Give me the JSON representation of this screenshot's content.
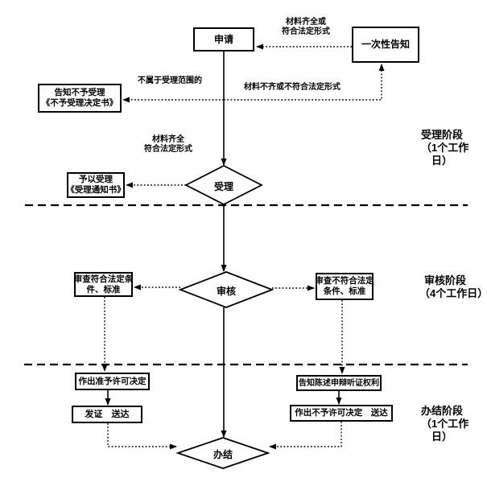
{
  "canvas": {
    "background": "#ffffff",
    "line_color": "#000000"
  },
  "nodes": {
    "apply": {
      "label": "申请"
    },
    "one_time_notice": {
      "label": "一次性告知"
    },
    "notice_rejection": {
      "lines": [
        "告知不予受理",
        "《不予受理决定书》"
      ]
    },
    "grant_acceptance": {
      "lines": [
        "予以受理",
        "《受理通知书》"
      ]
    },
    "accept_diamond": {
      "label": "受理"
    },
    "review_diamond": {
      "label": "审核"
    },
    "review_pass": {
      "lines": [
        "审查符合法定条",
        "件、标准"
      ]
    },
    "review_fail": {
      "lines": [
        "审查不符合法定",
        "条件、标准"
      ]
    },
    "grant_decision": {
      "label": "作出准予许可决定"
    },
    "issue_deliver": {
      "label": "发证　送达"
    },
    "notify_rights": {
      "label": "告知陈述申辩听证权利"
    },
    "deny_decision": {
      "label": "作出不予许可决定　送达"
    },
    "finish_diamond": {
      "label": "办结"
    }
  },
  "edge_labels": {
    "materials_complete_or_legal": {
      "lines": [
        "材料齐全或",
        "符合法定形式"
      ]
    },
    "out_of_scope": "不属于受理范围的",
    "materials_incomplete_or_illegal": "材料不齐或不符合法定形式",
    "materials_complete_legal": {
      "lines": [
        "材料齐全",
        "符合法定形式"
      ]
    }
  },
  "stages": [
    {
      "lines": [
        "受理阶段",
        "（1个工作",
        "日）"
      ]
    },
    {
      "lines": [
        "审核阶段",
        "（4个工作日）"
      ]
    },
    {
      "lines": [
        "办结阶段",
        "（1个工作",
        "日）"
      ]
    }
  ]
}
